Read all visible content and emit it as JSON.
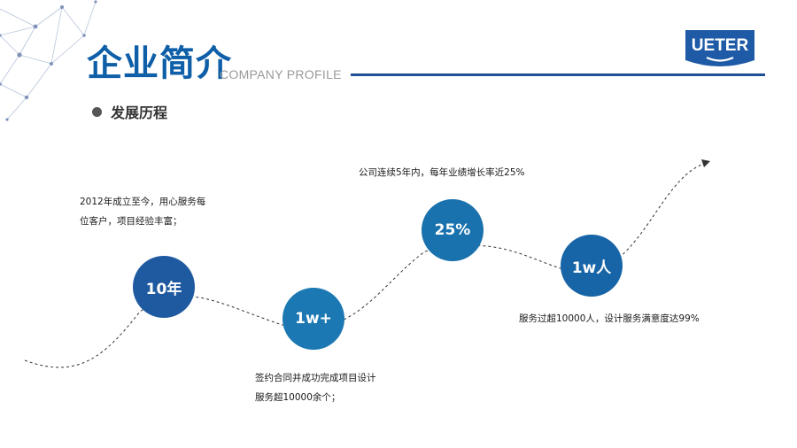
{
  "header": {
    "title": "企业简介",
    "subtitle": "COMPANY PROFILE",
    "logo_text": "UETER"
  },
  "section": {
    "title": "发展历程"
  },
  "milestones": [
    {
      "label": "10年",
      "lines": [
        "2012年成立至今，用心服务每",
        "位客户，项目经验丰富；"
      ]
    },
    {
      "label": "1w+",
      "lines": [
        "签约合同并成功完成项目设计",
        "服务超10000余个；"
      ]
    },
    {
      "label": "25%",
      "lines": [
        "公司连续5年内，每年业绩增长率近25%"
      ]
    },
    {
      "label": "1w人",
      "lines": [
        "服务过超10000人，设计服务满意度达99%"
      ]
    }
  ],
  "colors": {
    "brand_blue": "#0e5fa8",
    "rule_blue": "#1f4f97",
    "circle_1": "#1f5aa1",
    "circle_2": "#1b78b3",
    "circle_3": "#1971ad",
    "circle_4": "#1765a7"
  },
  "icons": {
    "corner_decoration": "network-lines-icon",
    "section_marker": "bullet-icon",
    "path_end": "arrow-right-icon"
  }
}
